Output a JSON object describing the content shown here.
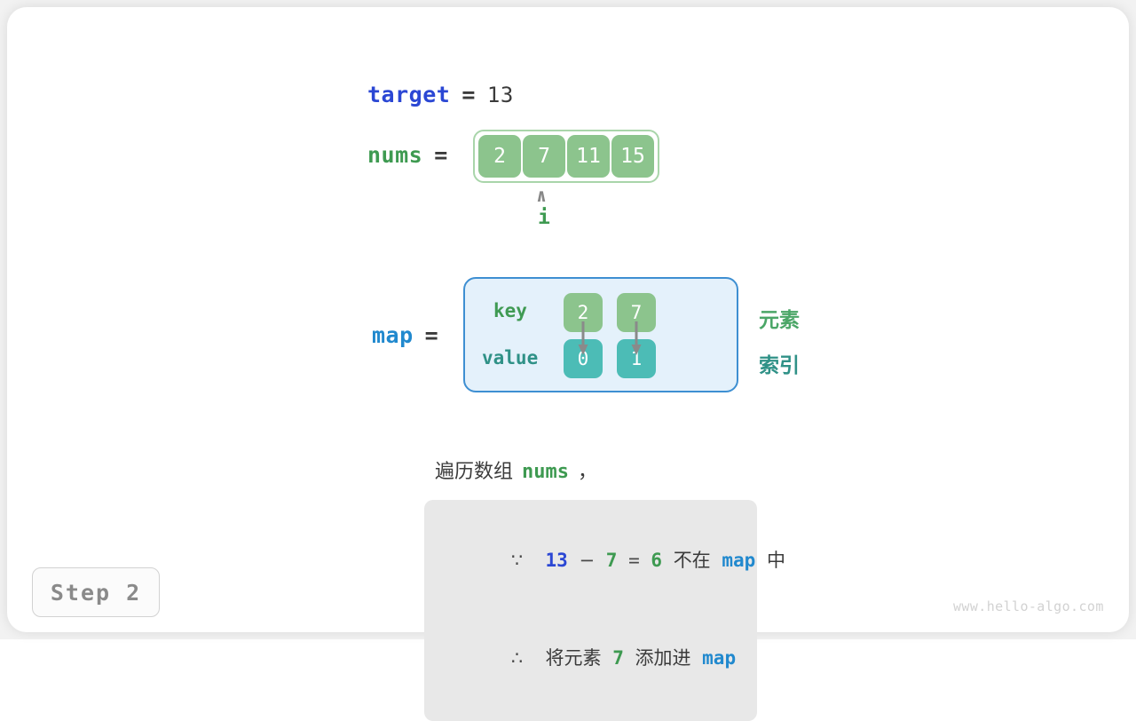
{
  "page": {
    "background_color": "#f2f2f2",
    "card_color": "#ffffff"
  },
  "target": {
    "name": "target",
    "equals": "=",
    "value": "13"
  },
  "nums": {
    "name": "nums",
    "equals": "=",
    "cells": [
      "2",
      "7",
      "11",
      "15"
    ],
    "pointer": {
      "caret": "∧",
      "label": "i",
      "index": 1
    }
  },
  "map": {
    "name": "map",
    "equals": "=",
    "key_label": "key",
    "value_label": "value",
    "keys": [
      "2",
      "7"
    ],
    "values": [
      "0",
      "1"
    ],
    "annotations": {
      "element": "元素",
      "index": "索引"
    }
  },
  "caption": {
    "prefix": "遍历数组",
    "var": "nums",
    "suffix": "，"
  },
  "info": {
    "line1": {
      "symbol": "∵",
      "a": "13",
      "minus": "−",
      "b": "7",
      "equals": "=",
      "result": "6",
      "mid": "不在",
      "map": "map",
      "tail": "中"
    },
    "line2": {
      "symbol": "∴",
      "pre": "将元素",
      "value": "7",
      "mid": "添加进",
      "map": "map"
    }
  },
  "step": {
    "label": "Step 2"
  },
  "watermark": {
    "text": "www.hello-algo.com"
  },
  "colors": {
    "var_blue": "#2b47d4",
    "var_green": "#3e9a51",
    "map_blue": "#2189ce",
    "cell_green": "#8cc48d",
    "cell_teal": "#4cbcb6",
    "map_bg": "#e4f1fb",
    "map_border": "#3e8fd2",
    "nums_border": "#a9d5aa",
    "info_bg": "#e8e8e8",
    "step_text": "#8a8a8a",
    "watermark": "#d2d2d2"
  }
}
